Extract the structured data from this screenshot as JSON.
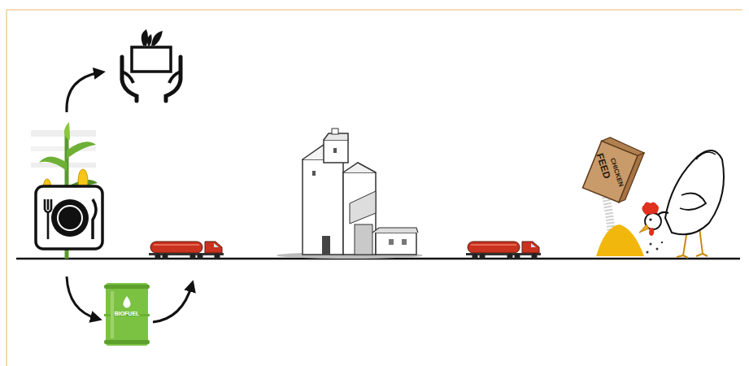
{
  "diagram": {
    "labels": [
      "BIOFUEL",
      "FEED",
      "CHICKEN"
    ]
  }
}
